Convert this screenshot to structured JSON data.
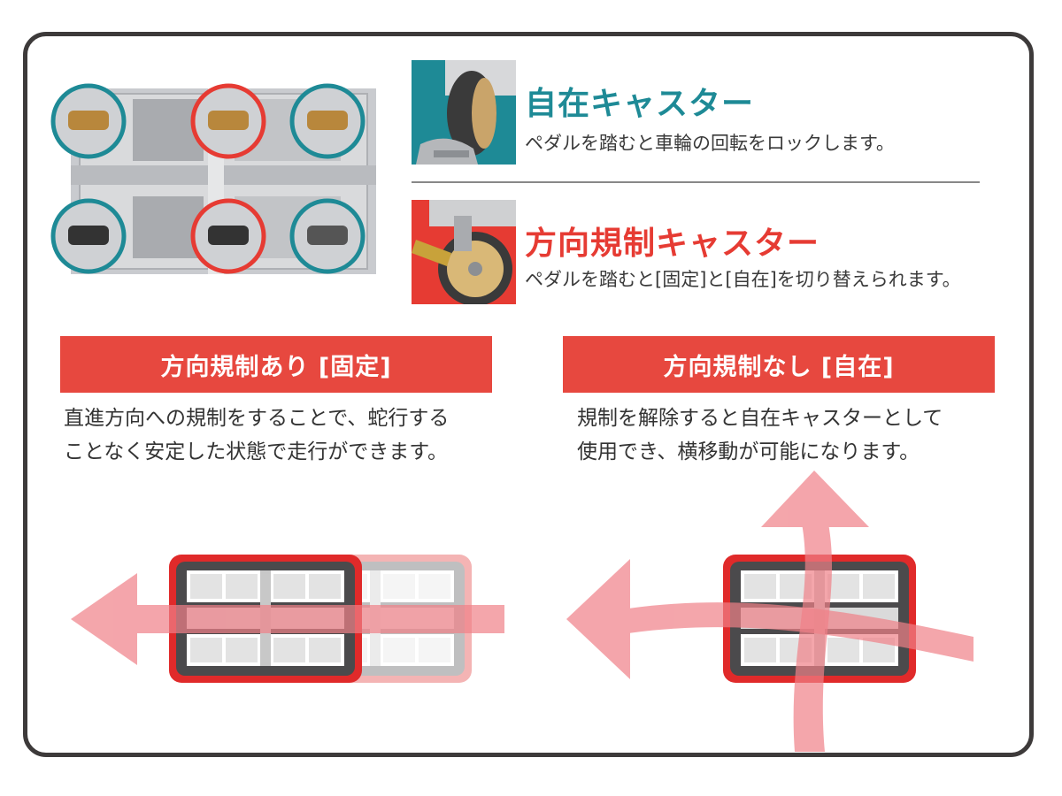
{
  "casters": {
    "swivel": {
      "title": "自在キャスター",
      "description": "ペダルを踏むと車輪の回転をロックします。"
    },
    "directional": {
      "title": "方向規制キャスター",
      "description": "ペダルを踏むと[固定]と[自在]を切り替えられます。"
    }
  },
  "modes": {
    "fixed": {
      "heading": "方向規制あり [固定]",
      "line1": "直進方向への規制をすることで、蛇行する",
      "line2": "ことなく安定した状態で走行ができます。"
    },
    "free": {
      "heading": "方向規制なし [自在]",
      "line1": "規制を解除すると自在キャスターとして",
      "line2": "使用でき、横移動が可能になります。"
    }
  },
  "colors": {
    "swivel_accent": "#1e8a96",
    "directional_accent": "#e63b33",
    "banner": "#e7483f",
    "arrow": "#f08088",
    "frame": "#3d3a3a"
  }
}
